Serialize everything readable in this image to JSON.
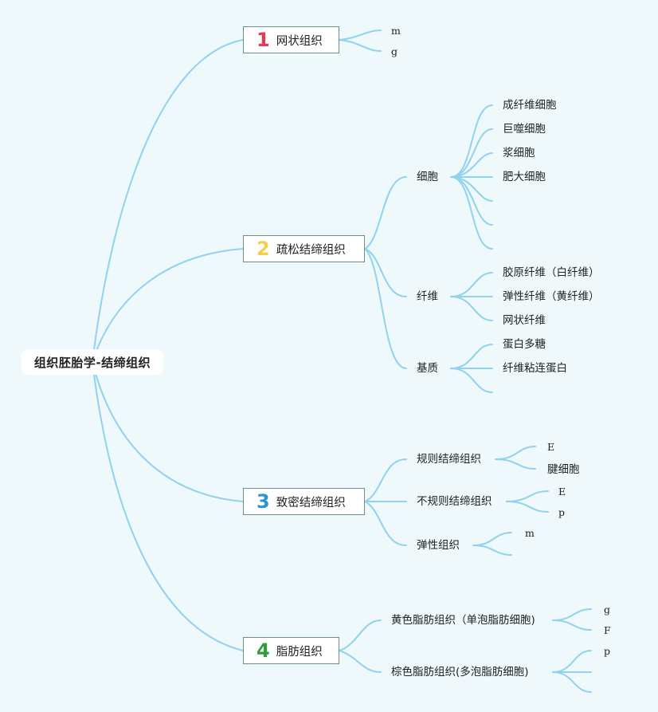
{
  "root": "组织胚胎学-结缔组织",
  "colors": {
    "line": "#8fd3ec",
    "num1": "#e53950",
    "num2": "#f3cd4c",
    "num3": "#2a94cf",
    "num4": "#2e9e3a"
  },
  "branches": [
    {
      "num": "1",
      "label": "网状组织",
      "children": [
        "m",
        "g"
      ]
    },
    {
      "num": "2",
      "label": "疏松结缔组织",
      "children": [
        {
          "label": "细胞",
          "children": [
            "成纤维细胞",
            "巨噬细胞",
            "浆细胞",
            "肥大细胞",
            "",
            "",
            ""
          ]
        },
        {
          "label": "纤维",
          "children": [
            "胶原纤维（白纤维）",
            "弹性纤维（黄纤维）",
            "网状纤维"
          ]
        },
        {
          "label": "基质",
          "children": [
            "蛋白多糖",
            "纤维粘连蛋白",
            ""
          ]
        }
      ]
    },
    {
      "num": "3",
      "label": "致密结缔组织",
      "children": [
        {
          "label": "规则结缔组织",
          "children": [
            "E",
            "腱细胞"
          ]
        },
        {
          "label": "不规则结缔组织",
          "children": [
            "E",
            "p"
          ]
        },
        {
          "label": "弹性组织",
          "children": [
            "m",
            ""
          ]
        }
      ]
    },
    {
      "num": "4",
      "label": "脂肪组织",
      "children": [
        {
          "label": "黄色脂肪组织（单泡脂肪细胞)",
          "children": [
            "g",
            "F"
          ]
        },
        {
          "label": "棕色脂肪组织(多泡脂肪细胞)",
          "children": [
            "p",
            "",
            ""
          ]
        }
      ]
    }
  ]
}
